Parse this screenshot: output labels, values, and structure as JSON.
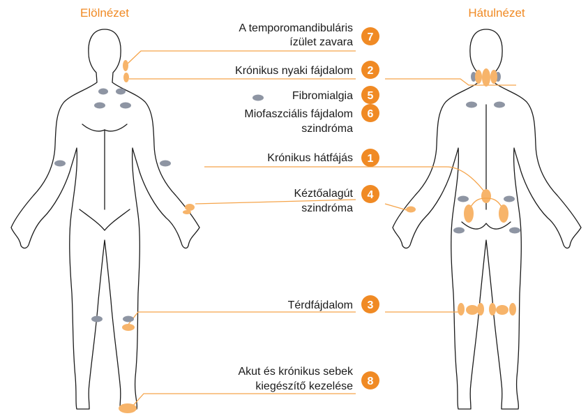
{
  "views": {
    "front": "Elölnézet",
    "back": "Hátulnézet"
  },
  "conditions": [
    {
      "number": "7",
      "lines": [
        "A temporomandibuláris",
        "ízület zavara"
      ]
    },
    {
      "number": "2",
      "lines": [
        "Krónikus nyaki fájdalom"
      ]
    },
    {
      "number": "5",
      "lines": [
        "Fibromialgia"
      ]
    },
    {
      "number": "6",
      "lines": [
        "Miofasz­ciális fájdalom",
        "szindróma"
      ]
    },
    {
      "number": "1",
      "lines": [
        "Krónikus hátfájás"
      ]
    },
    {
      "number": "4",
      "lines": [
        "Kéztőalagút",
        "szindróma"
      ]
    },
    {
      "number": "3",
      "lines": [
        "Térdfájdalom"
      ]
    },
    {
      "number": "8",
      "lines": [
        "Akut és krónikus sebek",
        "kiegészítő kezelése"
      ]
    }
  ],
  "colors": {
    "accent": "#f08a24",
    "badge": "#f08a24",
    "highlight": "#f7b46a",
    "tender_point": "#8e95a3",
    "outline": "#1a1a1a"
  }
}
